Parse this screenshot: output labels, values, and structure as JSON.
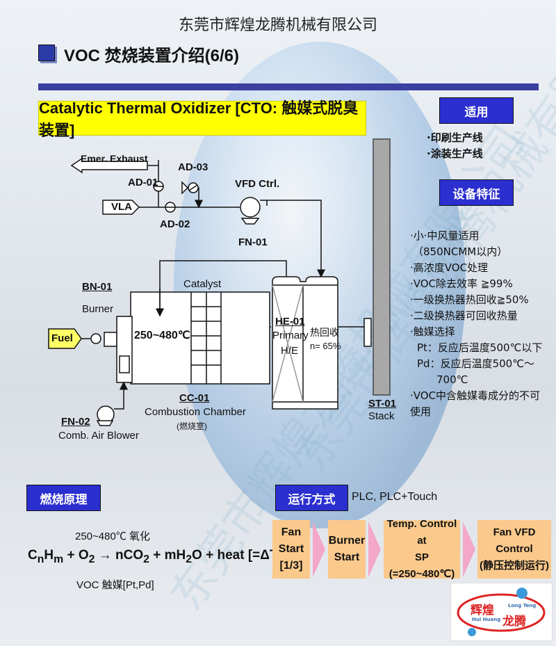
{
  "company": "东莞市辉煌龙腾机械有限公司",
  "watermark": "东莞市辉煌龙腾机械有限公司",
  "page_title": "VOC 焚烧装置介绍(6/6)",
  "cto_title": "Catalytic Thermal Oxidizer [CTO: 触媒式脱臭装置]",
  "applicable": {
    "label": "适用",
    "items": [
      "·印刷生产线",
      "·涂装生产线"
    ]
  },
  "features": {
    "label": "设备特征",
    "items": [
      "·小·中风量适用",
      "（850NCMM以内）",
      "·高浓度VOC处理",
      "·VOC除去效率 ≧99%",
      "·一级换热器热回收≧50%",
      "·二级换热器可回收热量",
      "·触媒选择",
      "Pt：反应后温度500℃以下",
      "Pd：反应后温度500℃～",
      "700℃",
      "·VOC中含触媒毒成分的不可",
      "使用"
    ]
  },
  "diagram": {
    "emer_exhaust": "Emer. Exhaust",
    "vla": "VLA",
    "ad01": "AD-01",
    "ad02": "AD-02",
    "ad03": "AD-03",
    "vfd": "VFD Ctrl.",
    "fn01": "FN-01",
    "bn01": "BN-01",
    "burner": "Burner",
    "fuel": "Fuel",
    "catalyst": "Catalyst",
    "temp": "250~480℃",
    "he01": "HE-01",
    "primary": "Primary",
    "he": "H/E",
    "recovery": "热回收",
    "n65": "n= 65%",
    "cc01": "CC-01",
    "combustion": "Combustion Chamber",
    "combustion_cn": "(燃烧室)",
    "fn02": "FN-02",
    "blower": "Comb. Air Blower",
    "st01": "ST-01",
    "stack": "Stack"
  },
  "principle": {
    "label": "燃烧原理",
    "temp_line": "250~480℃ 氧化",
    "eq_a": "C",
    "eq_n": "n",
    "eq_b": "H",
    "eq_m": "m",
    "eq_c": " + O",
    "eq_2": "2",
    "eq_d": " → nCO",
    "eq_2b": "2",
    "eq_e": " + mH",
    "eq_2c": "2",
    "eq_f": "O + heat [=ΔT]",
    "catalyst_line": "VOC 触媒[Pt,Pd]"
  },
  "operation": {
    "label": "运行方式",
    "plc": "PLC, PLC+Touch",
    "steps": [
      {
        "l1": "Fan",
        "l2": "Start",
        "l3": "[1/3]"
      },
      {
        "l1": "Burner",
        "l2": "Start",
        "l3": ""
      },
      {
        "l1": "Temp. Control at",
        "l2": "SP (=250~480℃)",
        "l3": ""
      },
      {
        "l1": "Fan VFD Control",
        "l2": "(静压控制运行)",
        "l3": ""
      }
    ]
  },
  "logo": {
    "cn1": "辉煌",
    "cn2": "龙腾",
    "en1": "Long Teng",
    "en2": "Hui Huang"
  },
  "colors": {
    "accent_blue": "#2b2fd0",
    "title_bar": "#3b3fa0",
    "highlight_yellow": "#ffff00",
    "step_orange": "#fbc98b",
    "arrow_pink": "#f4a7c8"
  }
}
